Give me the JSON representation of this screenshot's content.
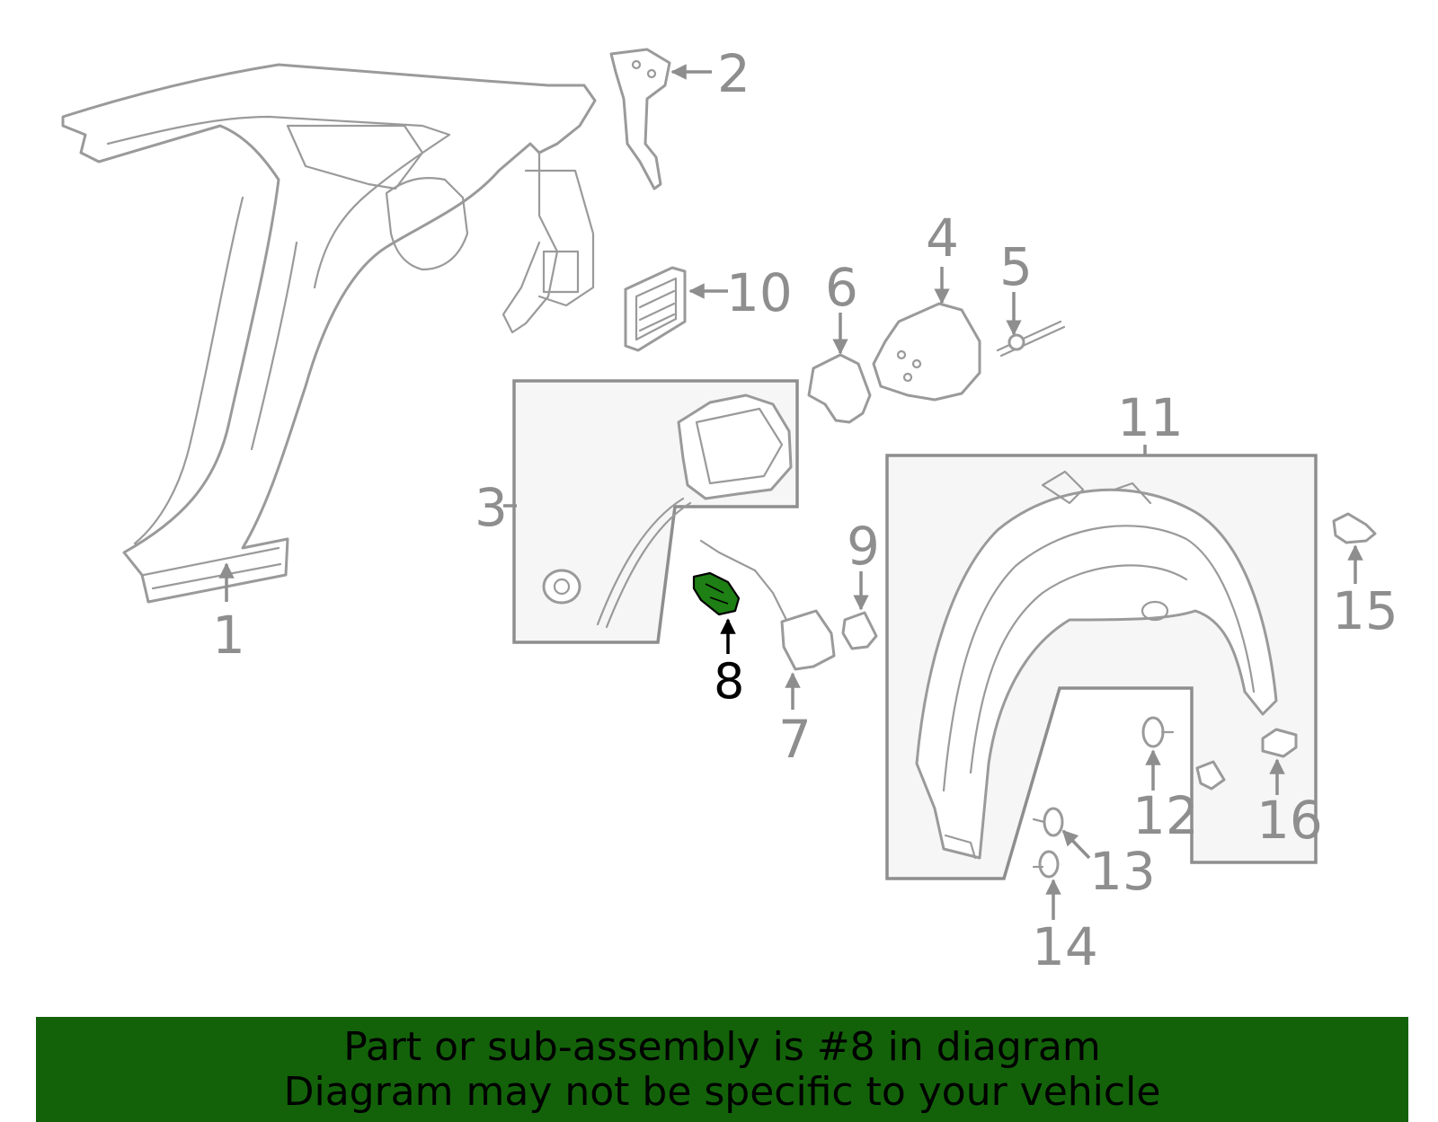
{
  "diagram": {
    "callouts": [
      "1",
      "2",
      "3",
      "4",
      "5",
      "6",
      "7",
      "8",
      "9",
      "10",
      "11",
      "12",
      "13",
      "14",
      "15",
      "16"
    ],
    "highlighted_part": "8"
  },
  "banner": {
    "line1": "Part or sub-assembly is #8 in diagram",
    "line2": "Diagram may not be specific to your vehicle"
  },
  "colors": {
    "banner_background": "#13620a",
    "highlight_part": "#1e7f14",
    "line_art": "#9a9a9a"
  }
}
